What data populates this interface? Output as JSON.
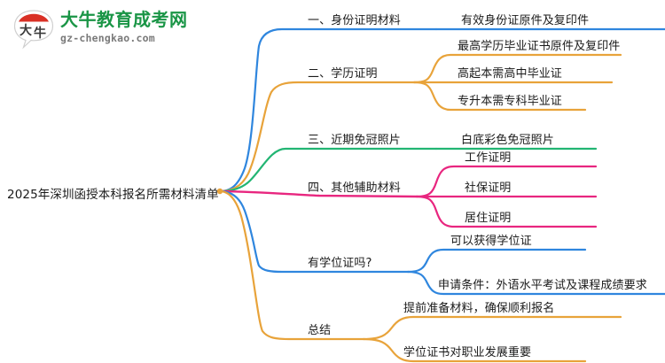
{
  "logo": {
    "name_cn": "大牛教育成考网",
    "domain": "gz-chengkao.com",
    "mark_text": "大牛",
    "brand_green": "#1a9546",
    "brand_red": "#d93025"
  },
  "mindmap": {
    "root": {
      "label": "2025年深圳函授本科报名所需材料清单"
    },
    "colors": {
      "blue": "#2F86DE",
      "orange": "#E8A33A",
      "green": "#22B573",
      "pink": "#E8267F"
    },
    "branches": [
      {
        "label": "一、身份证明材料",
        "color": "#2F86DE",
        "leaves": [
          {
            "label": "有效身份证原件及复印件"
          }
        ]
      },
      {
        "label": "二、学历证明",
        "color": "#E8A33A",
        "leaves": [
          {
            "label": "最高学历毕业证书原件及复印件"
          },
          {
            "label": "高起本需高中毕业证"
          },
          {
            "label": "专升本需专科毕业证"
          }
        ]
      },
      {
        "label": "三、近期免冠照片",
        "color": "#22B573",
        "leaves": [
          {
            "label": "白底彩色免冠照片"
          }
        ]
      },
      {
        "label": "四、其他辅助材料",
        "color": "#E8267F",
        "leaves": [
          {
            "label": "工作证明"
          },
          {
            "label": "社保证明"
          },
          {
            "label": "居住证明"
          }
        ]
      },
      {
        "label": "有学位证吗?",
        "color": "#2F86DE",
        "leaves": [
          {
            "label": "可以获得学位证"
          },
          {
            "label": "申请条件：外语水平考试及课程成绩要求"
          }
        ]
      },
      {
        "label": "总结",
        "color": "#E8A33A",
        "leaves": [
          {
            "label": "提前准备材料，确保顺利报名"
          },
          {
            "label": "学位证书对职业发展重要"
          }
        ]
      }
    ]
  }
}
